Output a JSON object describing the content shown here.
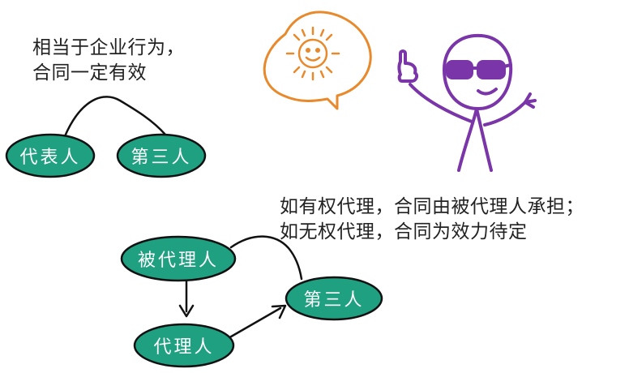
{
  "captions": {
    "top": [
      "相当于企业行为，",
      "合同一定有效"
    ],
    "right": [
      "如有权代理，合同由被代理人承担；",
      "如无权代理，合同为效力待定"
    ]
  },
  "nodes": {
    "daibiao": "代表人",
    "disan_1": "第三人",
    "beidaili": "被代理人",
    "disan_2": "第三人",
    "daili": "代理人"
  },
  "colors": {
    "node_fill": "#1fa080",
    "node_stroke": "#111111",
    "sun": "#e8892c",
    "person": "#7a35a8",
    "text": "#222222"
  }
}
